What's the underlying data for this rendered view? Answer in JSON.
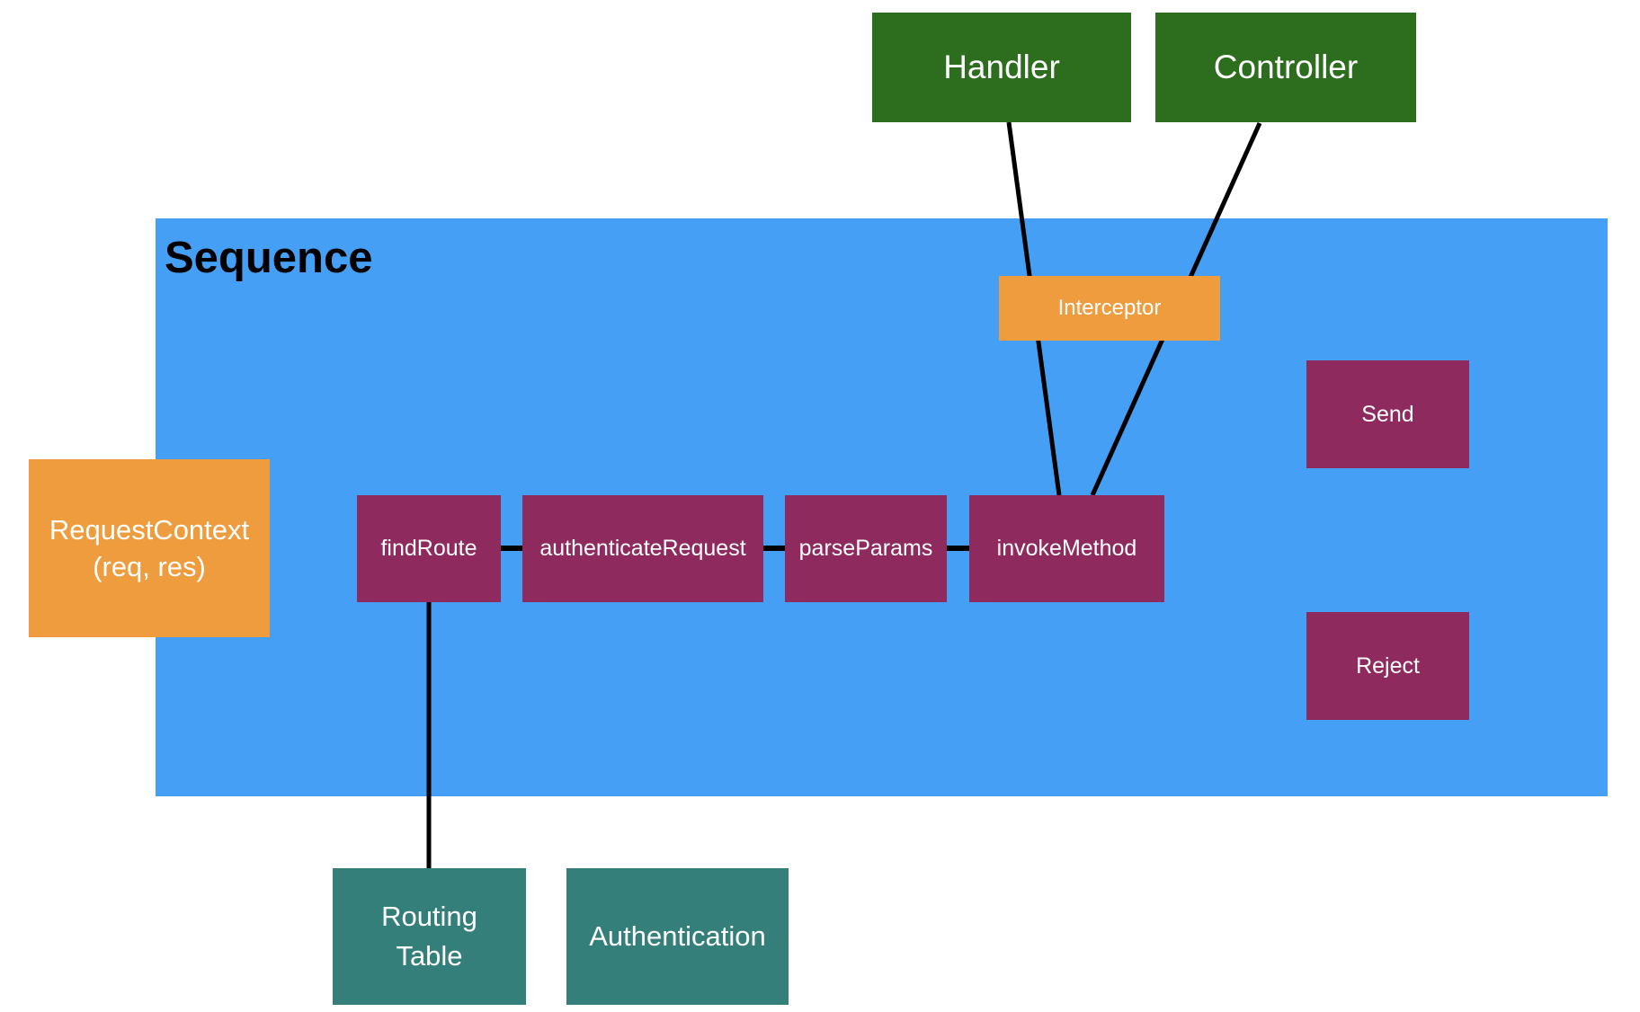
{
  "diagram": {
    "title": "Sequence",
    "nodes": {
      "handler": {
        "label": "Handler",
        "color": "#2d6e1e"
      },
      "controller": {
        "label": "Controller",
        "color": "#2d6e1e"
      },
      "interceptor": {
        "label": "Interceptor",
        "color": "#ee9c3e"
      },
      "request_context": {
        "line1": "RequestContext",
        "line2": "(req, res)",
        "color": "#ee9c3e"
      },
      "find_route": {
        "label": "findRoute",
        "color": "#8e2a5e"
      },
      "authenticate_request": {
        "label": "authenticateRequest",
        "color": "#8e2a5e"
      },
      "parse_params": {
        "label": "parseParams",
        "color": "#8e2a5e"
      },
      "invoke_method": {
        "label": "invokeMethod",
        "color": "#8e2a5e"
      },
      "send": {
        "label": "Send",
        "color": "#8e2a5e"
      },
      "reject": {
        "label": "Reject",
        "color": "#8e2a5e"
      },
      "routing_table": {
        "line1": "Routing",
        "line2": "Table",
        "color": "#347f7a"
      },
      "authentication": {
        "label": "Authentication",
        "color": "#347f7a"
      }
    },
    "edges": [
      {
        "from": "handler",
        "to": "invoke_method"
      },
      {
        "from": "controller",
        "to": "invoke_method"
      },
      {
        "from": "find_route",
        "to": "authenticate_request"
      },
      {
        "from": "authenticate_request",
        "to": "parse_params"
      },
      {
        "from": "parse_params",
        "to": "invoke_method"
      },
      {
        "from": "find_route",
        "to": "routing_table"
      }
    ],
    "colors": {
      "background": "#ffffff",
      "sequence_fill": "#459ff5",
      "green": "#2d6e1e",
      "orange": "#ee9c3e",
      "maroon": "#8e2a5e",
      "teal": "#347f7a",
      "edge_line": "#000000",
      "node_text": "#ffffff",
      "title_text": "#000000"
    }
  }
}
